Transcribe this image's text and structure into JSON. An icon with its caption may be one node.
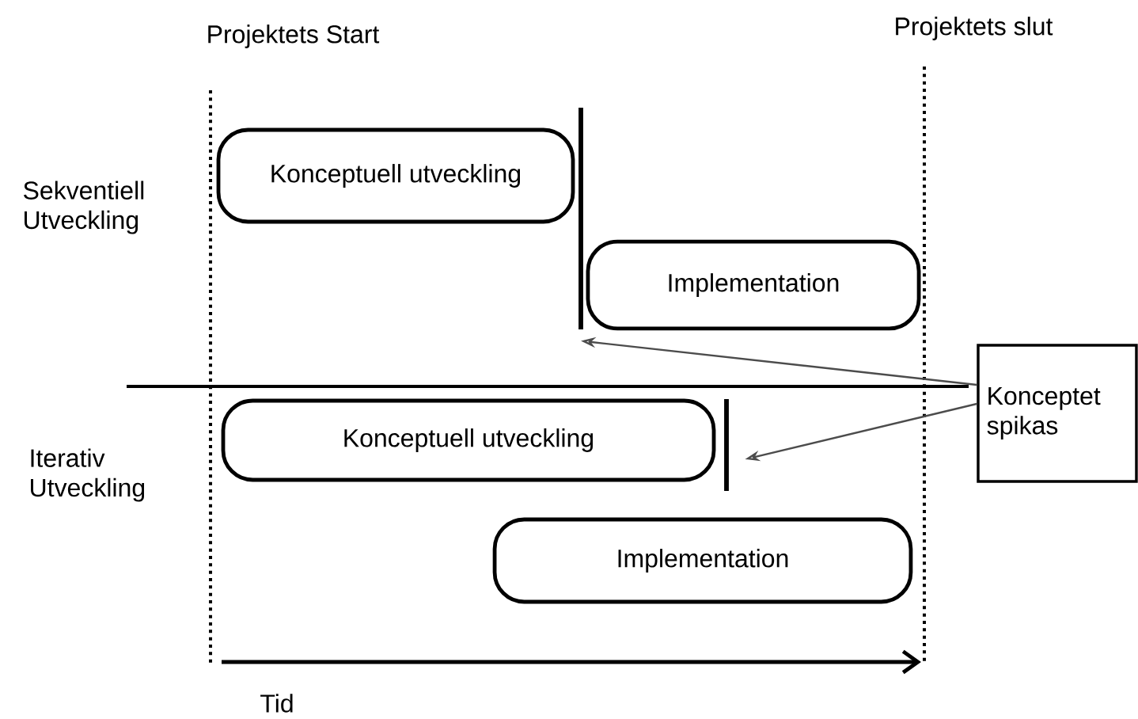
{
  "diagram": {
    "nodes": [
      {
        "text": [
          "Konceptuell utveckling"
        ]
      },
      {
        "text": [
          "Implementation"
        ]
      },
      {
        "text": [
          "Konceptuell utveckling"
        ]
      },
      {
        "text": [
          "Implementation"
        ]
      },
      {
        "text": [
          "Konceptet spikas"
        ]
      },
      {
        "text": [],
        "shape": "bar"
      },
      {
        "text": [],
        "shape": "bar"
      }
    ],
    "edges": [
      {
        "from": 4,
        "to": 5,
        "arrow": "to"
      },
      {
        "from": 4,
        "to": 6,
        "arrow": "to"
      }
    ],
    "labels": [
      "Projektets Start",
      "Projektets slut",
      "Sekventiell Utveckling",
      "Iterativ Utveckling",
      "Tid"
    ]
  }
}
